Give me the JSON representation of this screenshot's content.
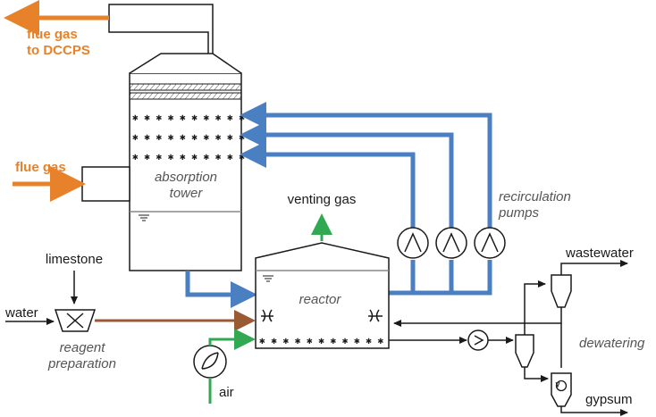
{
  "labels": {
    "flue_gas_out_line1": "flue gas",
    "flue_gas_out_line2": "to DCCPS",
    "flue_gas_in": "flue gas",
    "absorption_tower_line1": "absorption",
    "absorption_tower_line2": "tower",
    "venting_gas": "venting gas",
    "recirculation_pumps_line1": "recirculation",
    "recirculation_pumps_line2": "pumps",
    "limestone": "limestone",
    "water": "water",
    "reagent_preparation_line1": "reagent",
    "reagent_preparation_line2": "preparation",
    "reactor": "reactor",
    "air": "air",
    "wastewater": "wastewater",
    "dewatering": "dewatering",
    "gypsum": "gypsum"
  },
  "colors": {
    "recirculation_pipe": "#4a7fc1",
    "flue_gas": "#e8822a",
    "gas_air": "#33a852",
    "reagent_slurry": "#9a5a34",
    "outline": "#1a1a1a",
    "label_text": "#555555"
  },
  "icons": {
    "pump": "pump-icon",
    "mixer": "mixer-x-icon",
    "agitator": "agitator-icon",
    "compressor": "air-compressor-icon",
    "hydrocyclone": "hydrocyclone-icon",
    "centrifuge": "centrifuge-icon"
  }
}
